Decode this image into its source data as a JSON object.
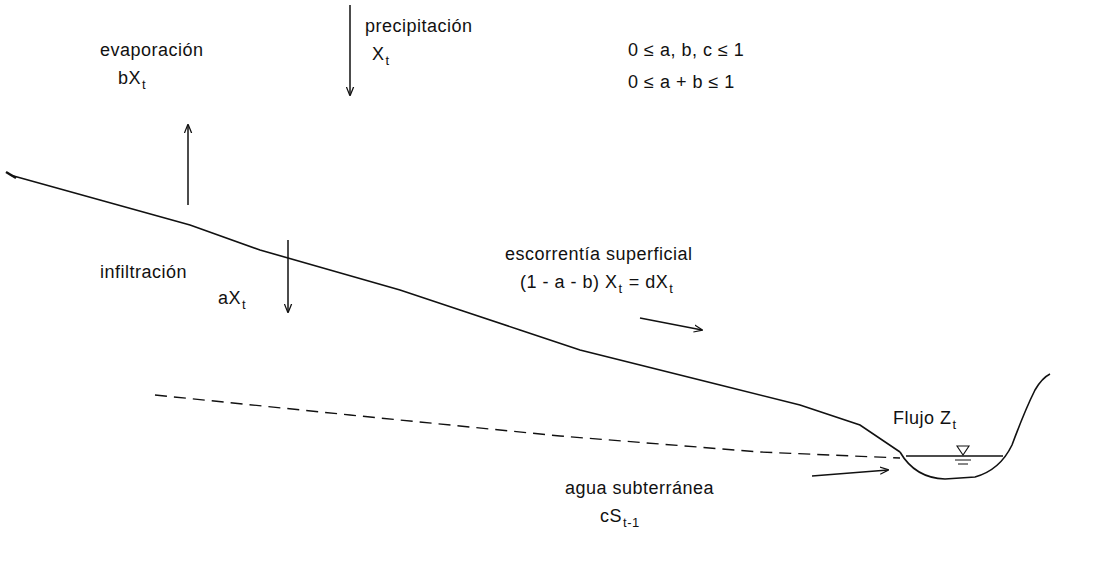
{
  "diagram": {
    "labels": [
      "precipitación",
      "X",
      "t",
      "evaporación",
      "bX",
      "t",
      "0 ≤ a, b, c ≤ 1",
      "0 ≤ a + b ≤ 1",
      "infiltración",
      "aX",
      "t",
      "escorrentía superficial",
      "(1 - a - b) X",
      "t",
      "= dX",
      "t",
      "Flujo Z",
      "t",
      "agua subterránea",
      "cS",
      "t-1"
    ]
  }
}
